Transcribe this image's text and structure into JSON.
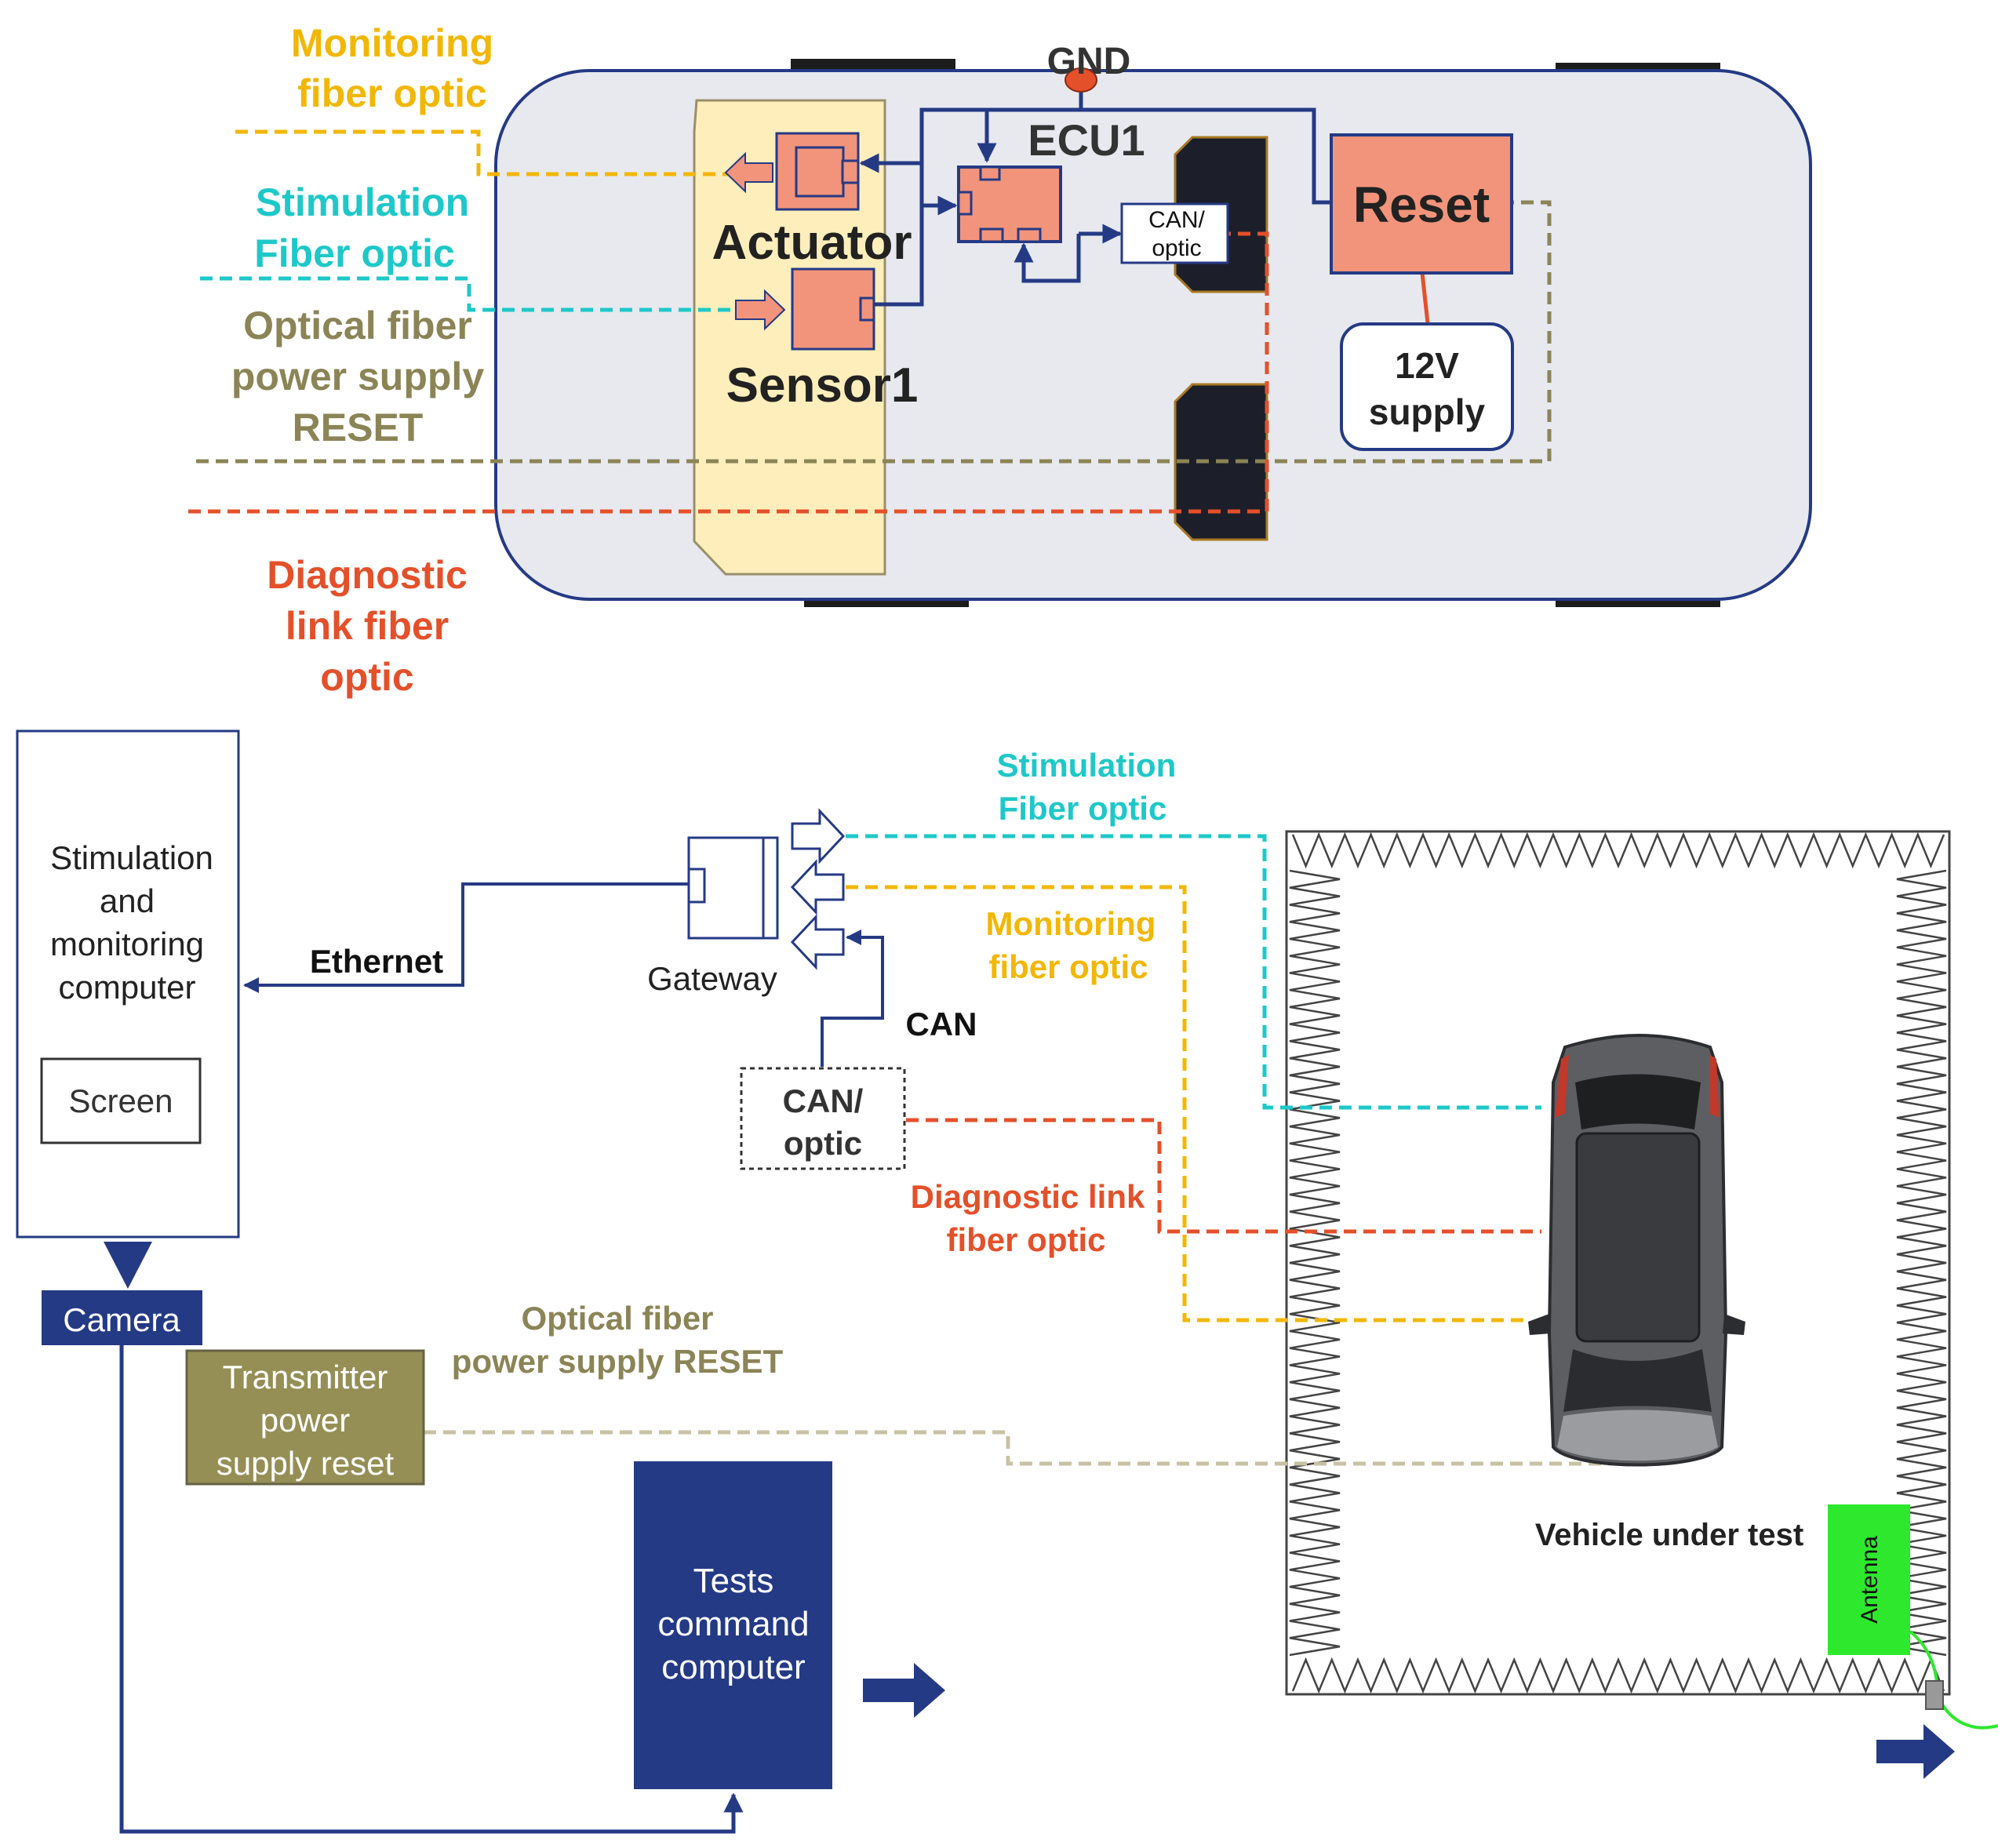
{
  "colors": {
    "monitoring": "#f2b705",
    "stimulation": "#1ec8c8",
    "power": "#8b8456",
    "diagnostic": "#e4502a",
    "navy": "#253a85",
    "salmon": "#f2947b",
    "cream": "#fdeebb",
    "carBody": "#e7e9ef",
    "antenna": "#2ee82e"
  },
  "top": {
    "labels": {
      "monitoring": [
        "Monitoring",
        "fiber optic"
      ],
      "stimulation": [
        "Stimulation",
        "Fiber optic"
      ],
      "power": [
        "Optical fiber",
        "power supply",
        "RESET"
      ],
      "diagnostic": [
        "Diagnostic",
        "link fiber",
        "optic"
      ]
    },
    "gnd": "GND",
    "ecu": "ECU1",
    "actuator": "Actuator",
    "sensor": "Sensor1",
    "can_optic": [
      "CAN/",
      "optic"
    ],
    "reset": "Reset",
    "supply": [
      "12V",
      "supply"
    ]
  },
  "bottom": {
    "computer": [
      "Stimulation",
      "and",
      "monitoring",
      "computer"
    ],
    "screen": "Screen",
    "ethernet": "Ethernet",
    "gateway": "Gateway",
    "can": "CAN",
    "can_optic": [
      "CAN/",
      "optic"
    ],
    "stimulation": [
      "Stimulation",
      "Fiber optic"
    ],
    "monitoring": [
      "Monitoring",
      "fiber optic"
    ],
    "diagnostic": [
      "Diagnostic link",
      "fiber optic"
    ],
    "power": [
      "Optical fiber",
      "power supply RESET"
    ],
    "camera": "Camera",
    "transmitter": [
      "Transmitter",
      "power",
      "supply reset"
    ],
    "tests": [
      "Tests",
      "command",
      "computer"
    ],
    "vehicle": "Vehicle under test",
    "antenna": "Antenna"
  }
}
